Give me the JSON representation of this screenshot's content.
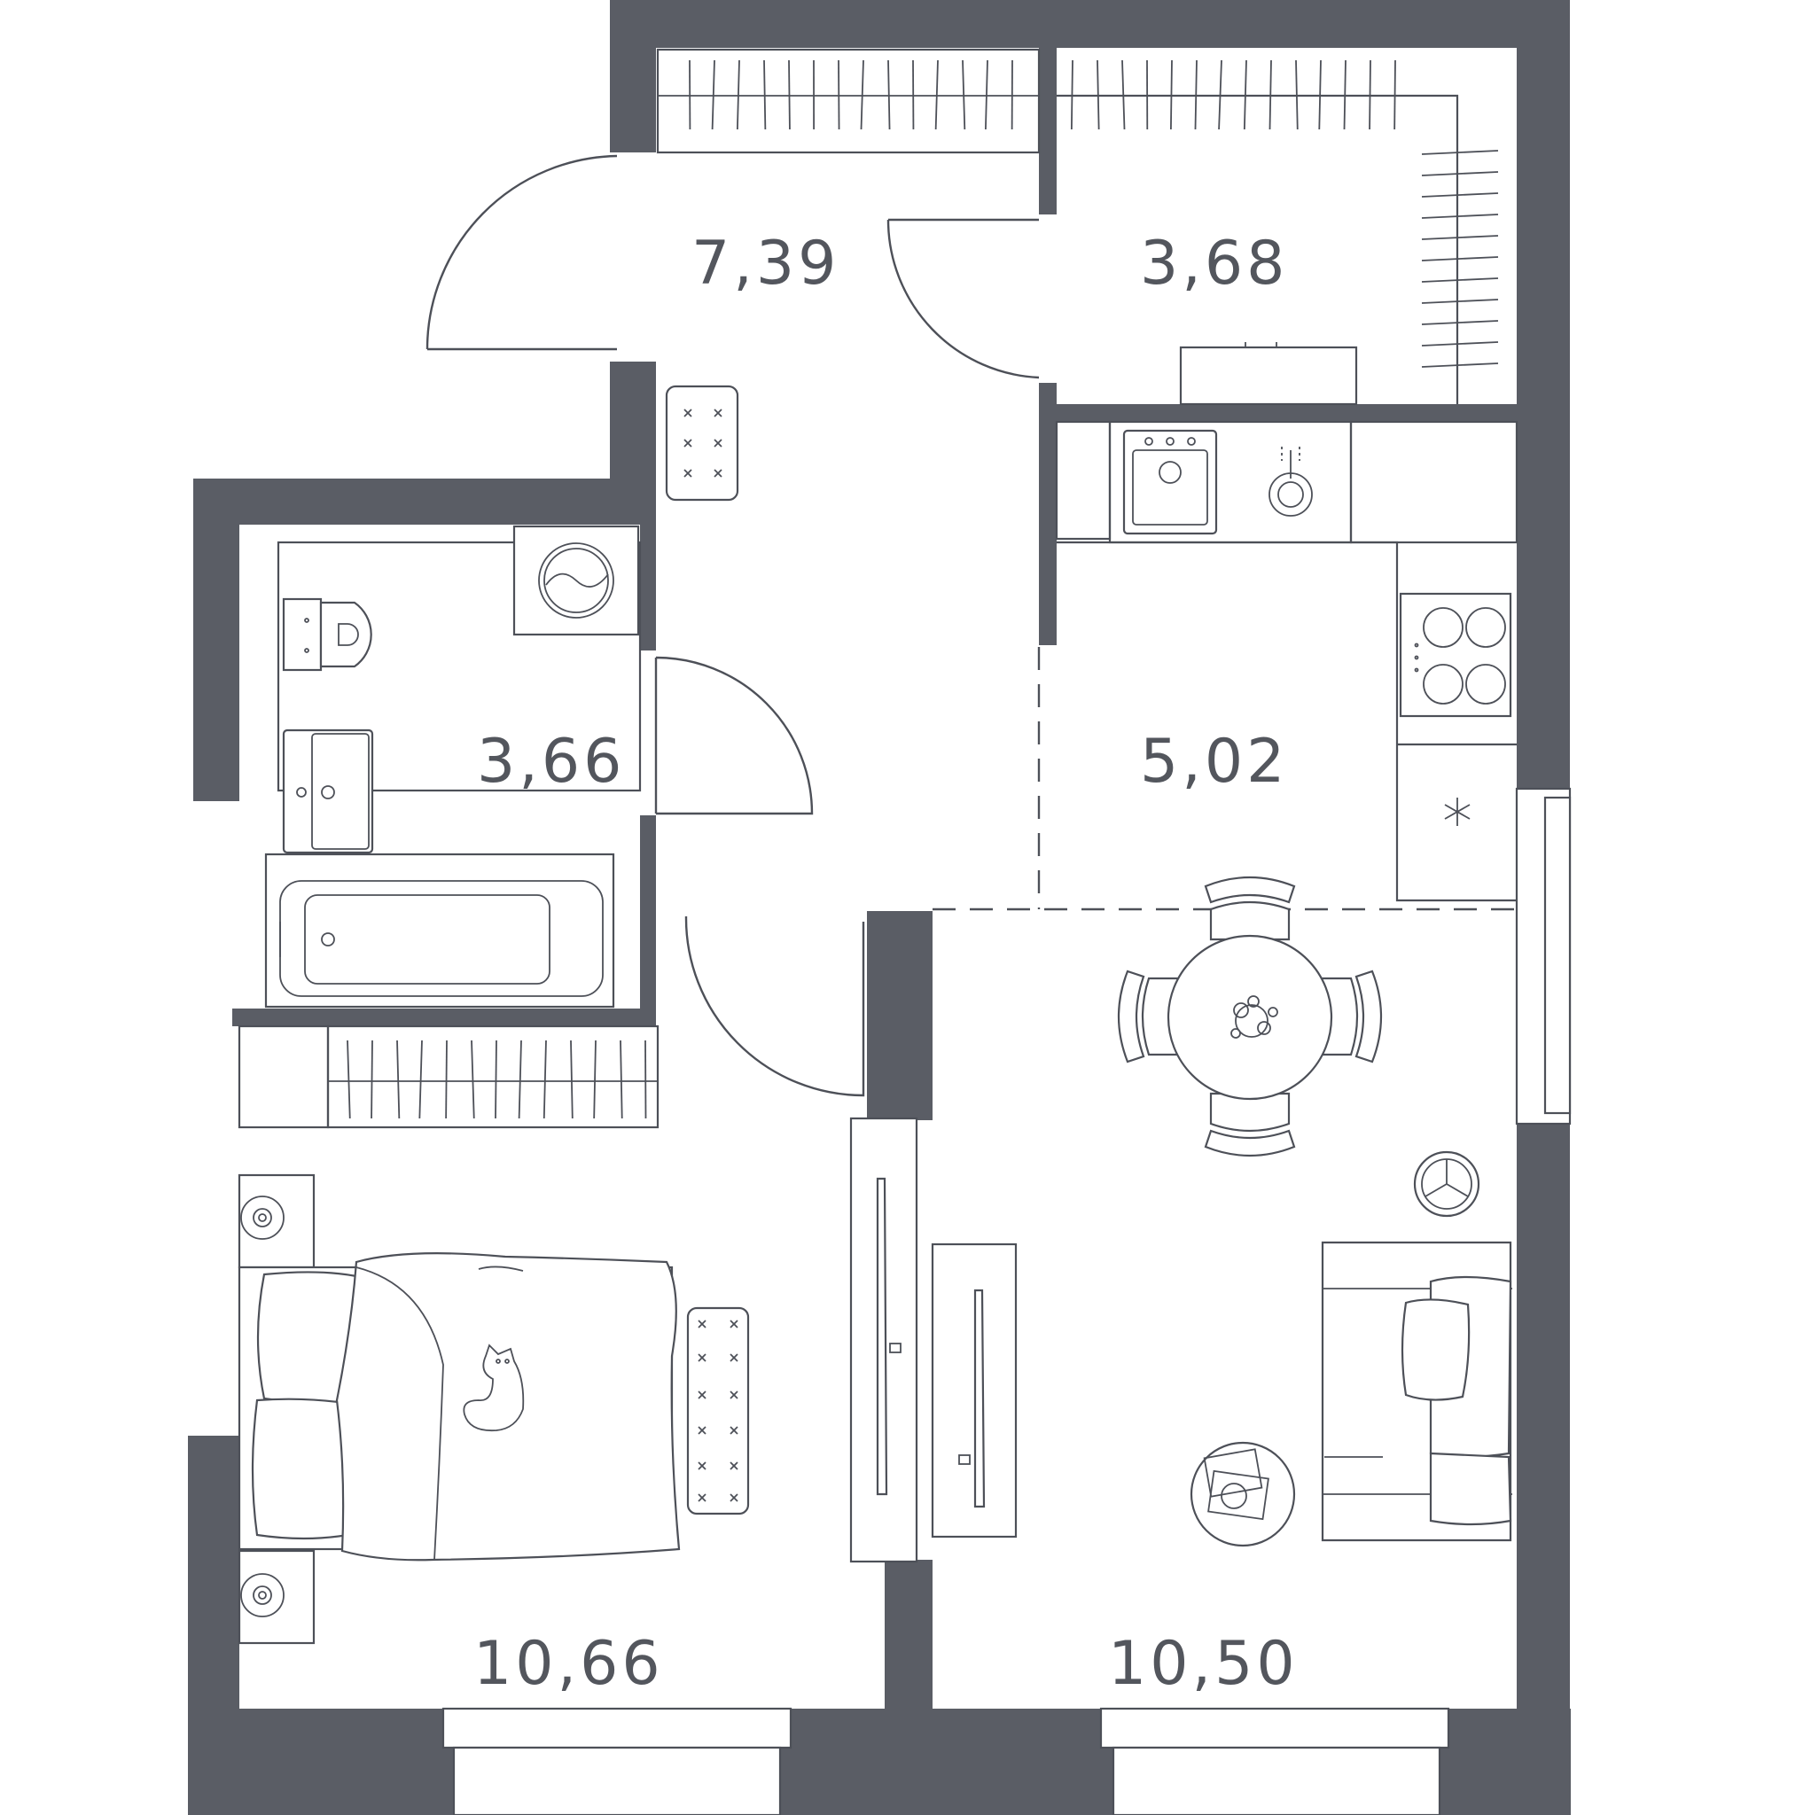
{
  "rooms": {
    "hallway_area": "7,39",
    "storage_area": "3,68",
    "bathroom_area": "3,66",
    "kitchen_area": "5,02",
    "bedroom_area": "10,66",
    "living_area": "10,50"
  },
  "colors": {
    "wall": "#5a5d65",
    "line": "#4d5058",
    "label": "#53565d",
    "background": "#ffffff"
  }
}
